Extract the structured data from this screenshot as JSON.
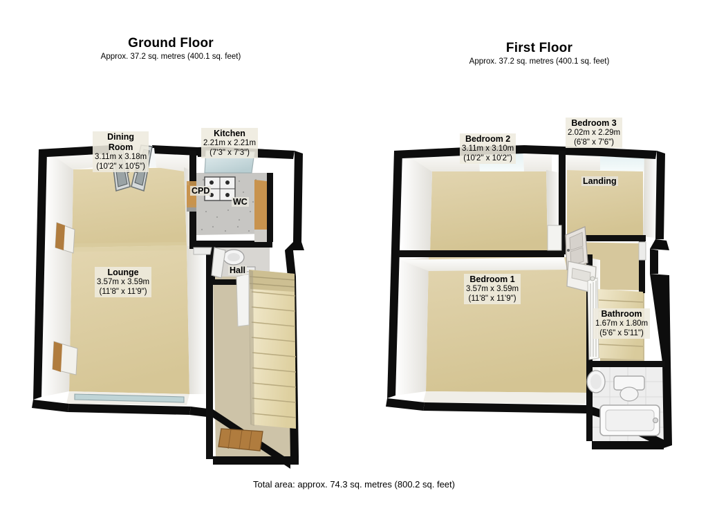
{
  "document": {
    "type": "floor-plan",
    "footer": "Total area: approx. 74.3 sq. metres (800.2 sq. feet)"
  },
  "floors": [
    {
      "id": "ground",
      "title": "Ground Floor",
      "subtitle": "Approx. 37.2 sq. metres (400.1 sq. feet)",
      "rooms": [
        {
          "id": "dining-room",
          "name": "Dining Room",
          "name_line1": "Dining",
          "name_line2": "Room",
          "metric": "3.11m x 3.18m",
          "imperial": "(10'2\" x 10'5\")"
        },
        {
          "id": "kitchen",
          "name": "Kitchen",
          "metric": "2.21m x 2.21m",
          "imperial": "(7'3\" x 7'3\")"
        },
        {
          "id": "lounge",
          "name": "Lounge",
          "metric": "3.57m x 3.59m",
          "imperial": "(11'8\" x 11'9\")"
        },
        {
          "id": "cpd",
          "name": "CPD",
          "metric": "",
          "imperial": ""
        },
        {
          "id": "wc",
          "name": "WC",
          "metric": "",
          "imperial": ""
        },
        {
          "id": "hall",
          "name": "Hall",
          "metric": "",
          "imperial": ""
        }
      ]
    },
    {
      "id": "first",
      "title": "First Floor",
      "subtitle": "Approx. 37.2 sq. metres (400.1 sq. feet)",
      "rooms": [
        {
          "id": "bedroom-2",
          "name": "Bedroom 2",
          "metric": "3.11m x 3.10m",
          "imperial": "(10'2\" x 10'2\")"
        },
        {
          "id": "bedroom-3",
          "name": "Bedroom 3",
          "metric": "2.02m x 2.29m",
          "imperial": "(6'8\" x 7'6\")"
        },
        {
          "id": "bedroom-1",
          "name": "Bedroom 1",
          "metric": "3.57m x 3.59m",
          "imperial": "(11'8\" x 11'9\")"
        },
        {
          "id": "bathroom",
          "name": "Bathroom",
          "metric": "1.67m x 1.80m",
          "imperial": "(5'6\" x 5'11\")"
        },
        {
          "id": "landing",
          "name": "Landing",
          "metric": "",
          "imperial": ""
        }
      ]
    }
  ],
  "colors": {
    "wall_outline": "#0d0d0d",
    "wall_face": "#ffffff",
    "wall_shade": "#e4e2dc",
    "carpet": "#ded0a8",
    "carpet_dark": "#d2c295",
    "kitchen_floor": "#c9c9c7",
    "bathroom_floor": "#e9e9e9",
    "stair_tread": "#ece2c0",
    "stair_riser": "#d9cfa8",
    "wood": "#b07c3e",
    "glass": "#cfe0e2",
    "label_bg": "#eeeade",
    "text": "#000000"
  }
}
